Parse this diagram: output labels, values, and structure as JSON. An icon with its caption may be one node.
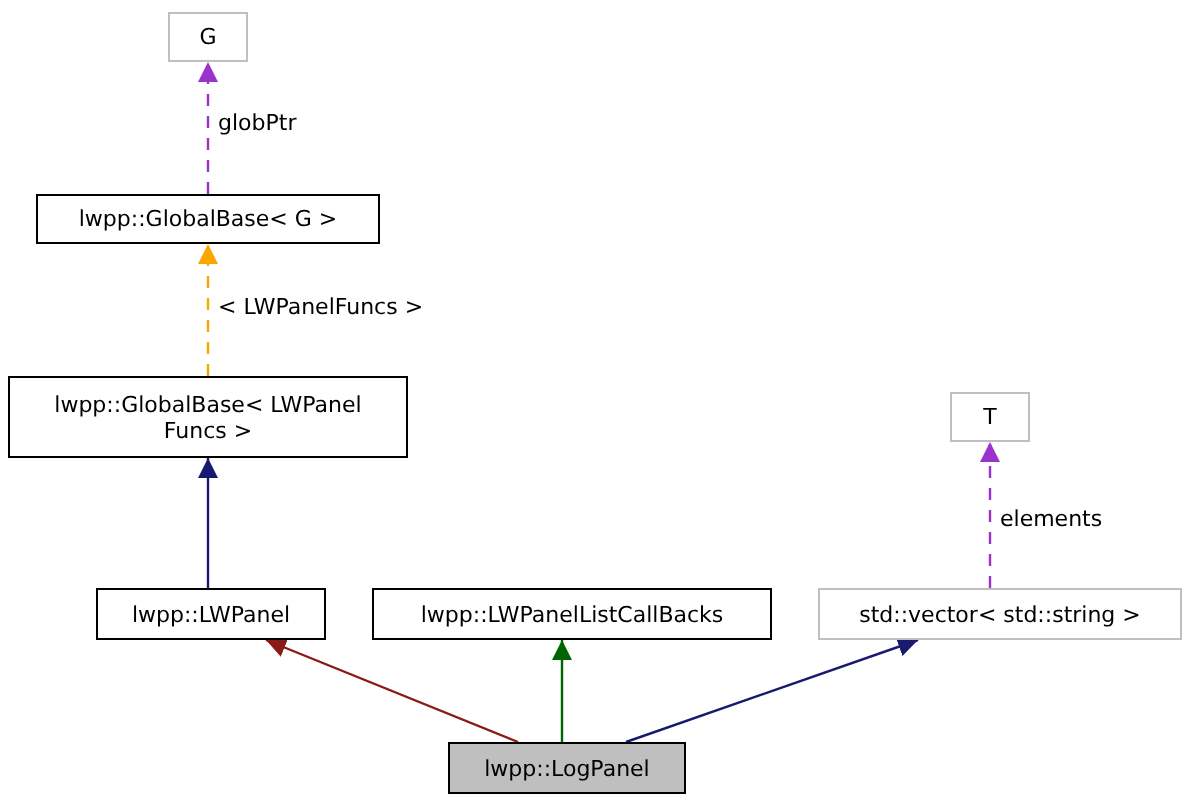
{
  "diagram": {
    "nodes": [
      {
        "text": [
          "G"
        ]
      },
      {
        "text": [
          "lwpp::GlobalBase< G >"
        ]
      },
      {
        "text": [
          "lwpp::GlobalBase< LWPanel Funcs >"
        ]
      },
      {
        "text": [
          "T"
        ]
      },
      {
        "text": [
          "lwpp::LWPanel"
        ]
      },
      {
        "text": [
          "lwpp::LWPanelListCallBacks"
        ]
      },
      {
        "text": [
          "std::vector< std::string >"
        ]
      },
      {
        "text": [
          "lwpp::LogPanel"
        ]
      }
    ],
    "edges": [
      {
        "from": 1,
        "to": 0,
        "arrow": "to",
        "label": "globPtr",
        "style": "dashed",
        "color": "#9a32cd"
      },
      {
        "from": 2,
        "to": 1,
        "arrow": "to",
        "label": "< LWPanelFuncs >",
        "style": "dashed",
        "color": "#ffa500"
      },
      {
        "from": 4,
        "to": 2,
        "arrow": "to",
        "color": "#191970"
      },
      {
        "from": 7,
        "to": 4,
        "arrow": "to",
        "color": "#8b1a1a"
      },
      {
        "from": 7,
        "to": 5,
        "arrow": "to",
        "color": "#006400"
      },
      {
        "from": 7,
        "to": 6,
        "arrow": "to",
        "color": "#191970"
      },
      {
        "from": 6,
        "to": 3,
        "arrow": "to",
        "label": "elements",
        "style": "dashed",
        "color": "#9a32cd"
      }
    ]
  }
}
